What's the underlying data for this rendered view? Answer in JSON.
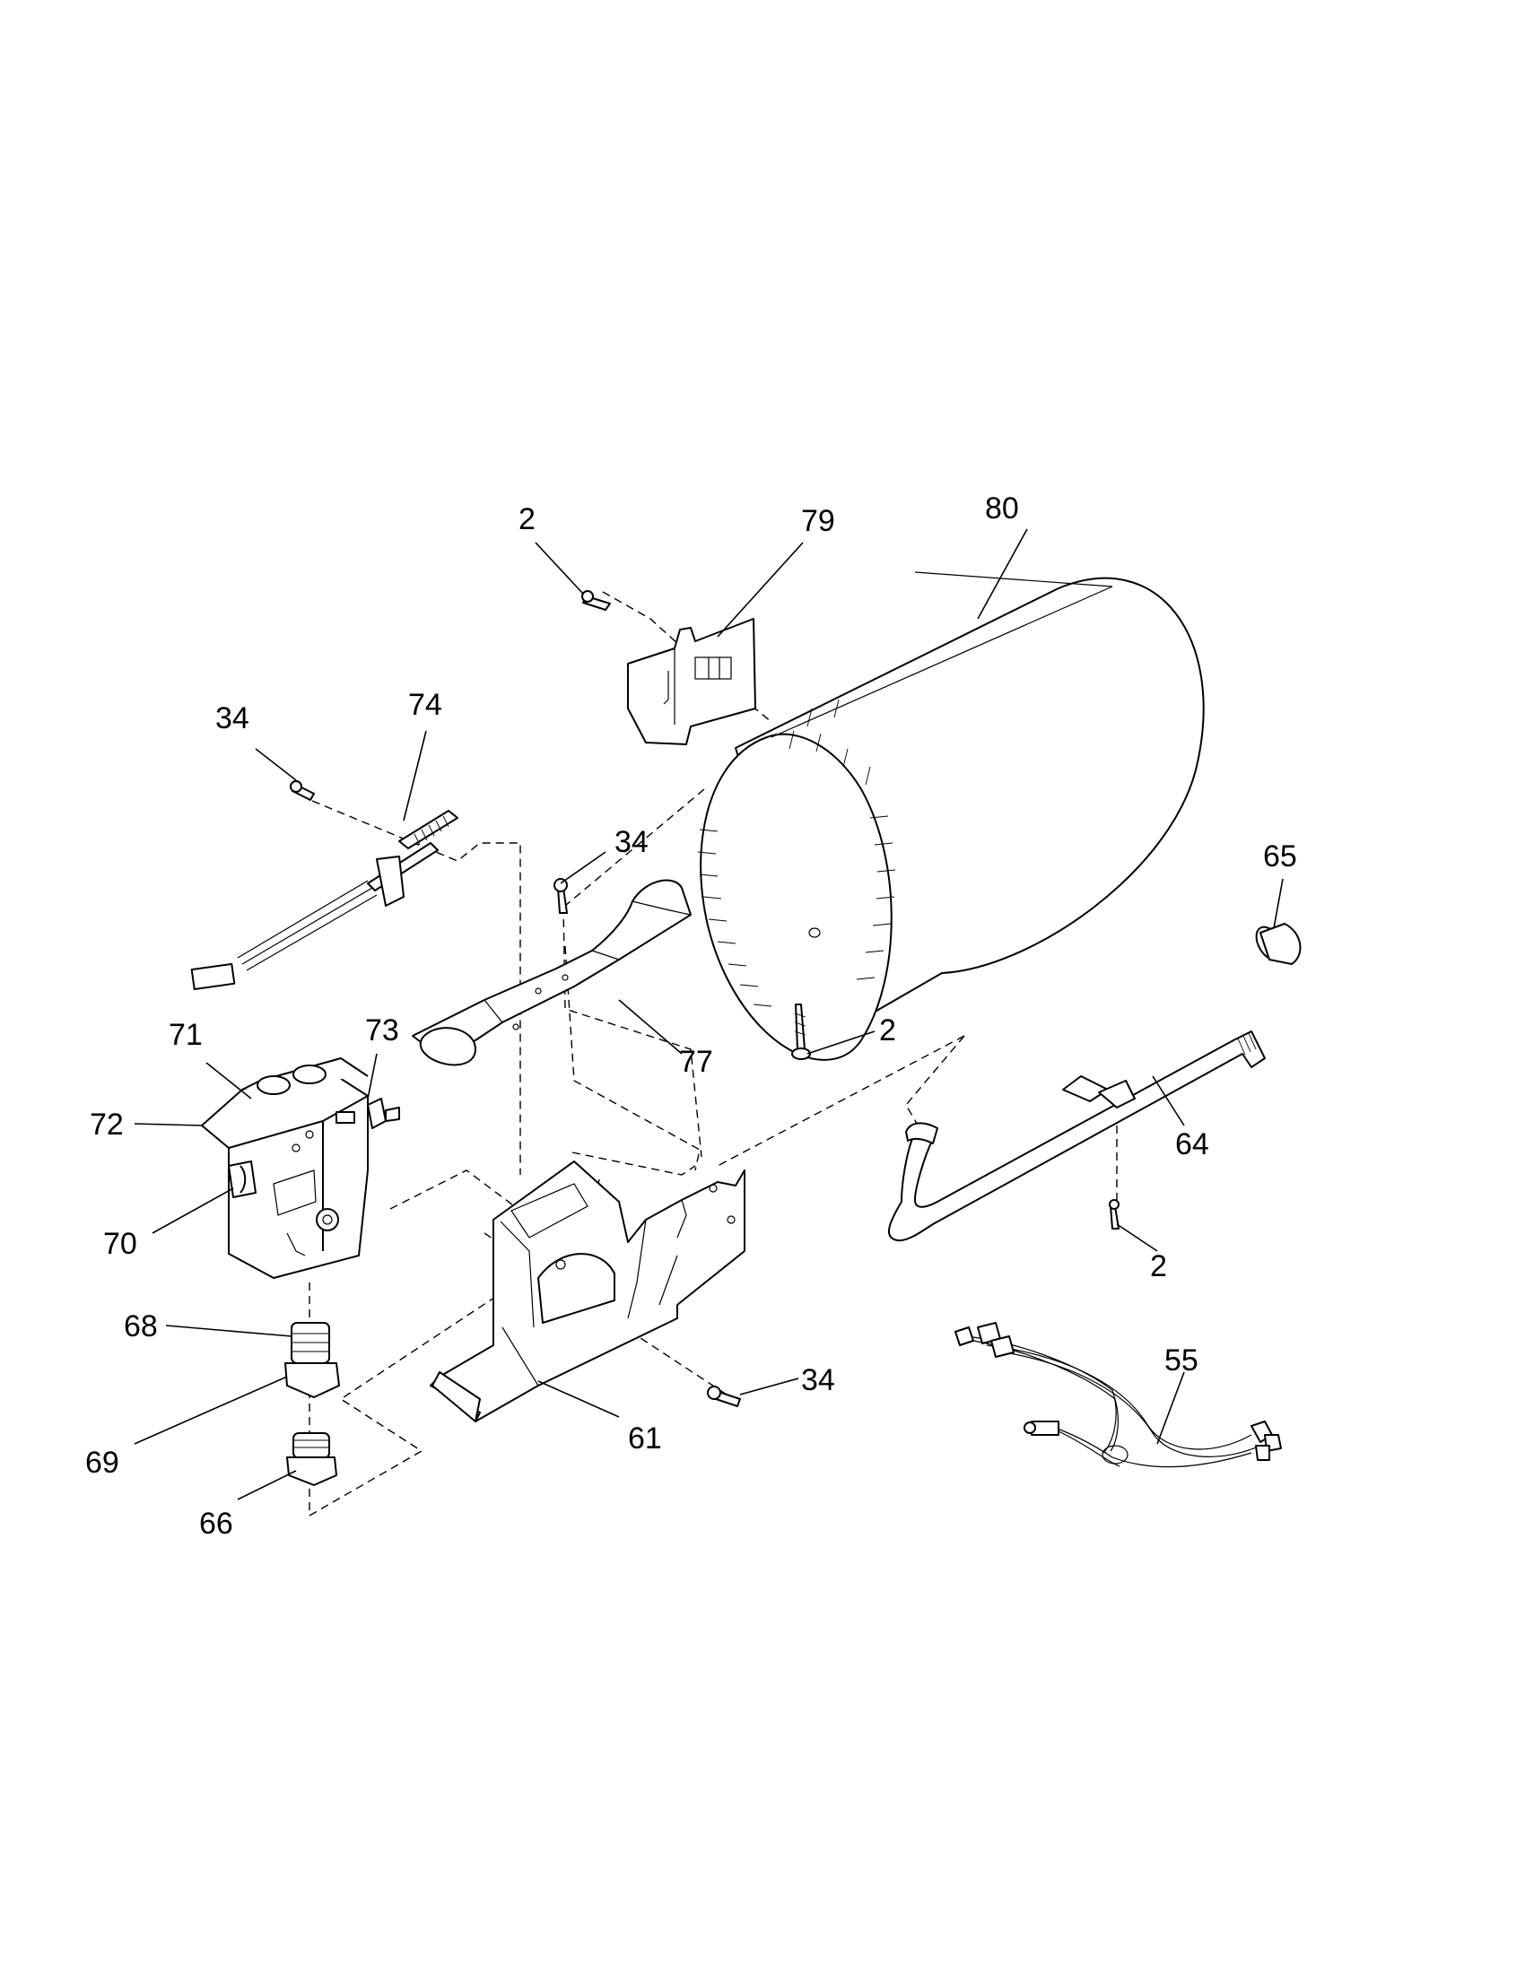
{
  "diagram": {
    "callouts": [
      {
        "id": "c-2a",
        "label": "2"
      },
      {
        "id": "c-79",
        "label": "79"
      },
      {
        "id": "c-80",
        "label": "80"
      },
      {
        "id": "c-34a",
        "label": "34"
      },
      {
        "id": "c-74",
        "label": "74"
      },
      {
        "id": "c-34b",
        "label": "34"
      },
      {
        "id": "c-65",
        "label": "65"
      },
      {
        "id": "c-71",
        "label": "71"
      },
      {
        "id": "c-73",
        "label": "73"
      },
      {
        "id": "c-77",
        "label": "77"
      },
      {
        "id": "c-2b",
        "label": "2"
      },
      {
        "id": "c-72",
        "label": "72"
      },
      {
        "id": "c-64",
        "label": "64"
      },
      {
        "id": "c-70",
        "label": "70"
      },
      {
        "id": "c-2c",
        "label": "2"
      },
      {
        "id": "c-68",
        "label": "68"
      },
      {
        "id": "c-55",
        "label": "55"
      },
      {
        "id": "c-34c",
        "label": "34"
      },
      {
        "id": "c-69",
        "label": "69"
      },
      {
        "id": "c-61",
        "label": "61"
      },
      {
        "id": "c-66",
        "label": "66"
      }
    ]
  }
}
